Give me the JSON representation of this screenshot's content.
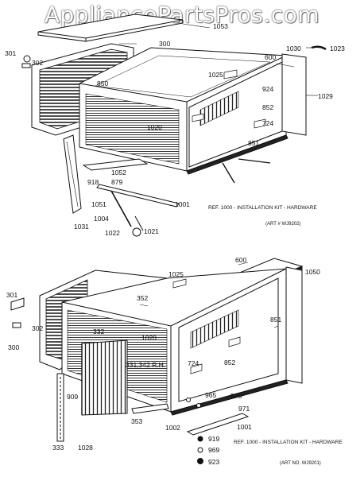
{
  "watermark": "AppliancePartsPros.com",
  "top_diagram": {
    "caption": "REF. 1000 - INSTALLATION KIT - HARDWARE",
    "art_number": "(ART # WJ9202)",
    "labels": {
      "p1053": "1053",
      "p301": "301",
      "p302": "302",
      "p300": "300",
      "p850": "850",
      "p600": "600",
      "p1030": "1030",
      "p1023": "1023",
      "p1025": "1025",
      "p924": "924",
      "p1029": "1029",
      "p852": "852",
      "p1020": "1020",
      "p724": "724",
      "p851": "851",
      "p1052": "1052",
      "p918": "918",
      "p879": "879",
      "p1001": "1001",
      "p1051": "1051",
      "p1004": "1004",
      "p1031": "1031",
      "p1022": "1022",
      "p1021": "1021"
    }
  },
  "bottom_diagram": {
    "caption": "REF. 1000 - INSTALLATION KIT - HARDWARE",
    "art_number": "(ART NO. WJ9201)",
    "labels": {
      "p600": "600",
      "p1050": "1050",
      "p1025": "1025",
      "p301": "301",
      "p352": "352",
      "p302": "302",
      "p851": "851",
      "p332": "332",
      "p300": "300",
      "p1020": "1020",
      "p331": "331,342 R.H.",
      "p724": "724",
      "p852": "852",
      "p965": "965",
      "p975": "975",
      "p971": "971",
      "p909": "909",
      "p1001": "1001",
      "p1002": "1002",
      "p919": "919",
      "p969": "969",
      "p923": "923",
      "p353": "353",
      "p333": "333",
      "p1028": "1028"
    }
  }
}
